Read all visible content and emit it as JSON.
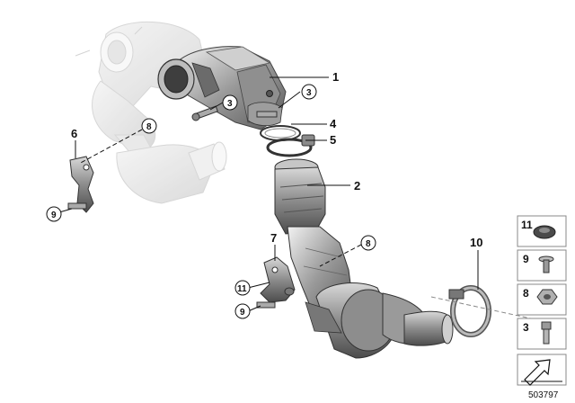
{
  "diagram": {
    "reference_number": "503797",
    "callouts": [
      {
        "id": "c1",
        "label": "1"
      },
      {
        "id": "c2",
        "label": "2"
      },
      {
        "id": "c4",
        "label": "4"
      },
      {
        "id": "c5",
        "label": "5"
      },
      {
        "id": "c6",
        "label": "6"
      },
      {
        "id": "c7",
        "label": "7"
      },
      {
        "id": "c10",
        "label": "10"
      }
    ],
    "circled_callouts": [
      {
        "id": "k3a",
        "label": "3"
      },
      {
        "id": "k3b",
        "label": "3"
      },
      {
        "id": "k8a",
        "label": "8"
      },
      {
        "id": "k8b",
        "label": "8"
      },
      {
        "id": "k9a",
        "label": "9"
      },
      {
        "id": "k9b",
        "label": "9"
      },
      {
        "id": "k11",
        "label": "11"
      }
    ],
    "legend": [
      {
        "label": "11",
        "part": "grommet"
      },
      {
        "label": "9",
        "part": "screw"
      },
      {
        "label": "8",
        "part": "hex-nut"
      },
      {
        "label": "3",
        "part": "bolt"
      }
    ]
  }
}
